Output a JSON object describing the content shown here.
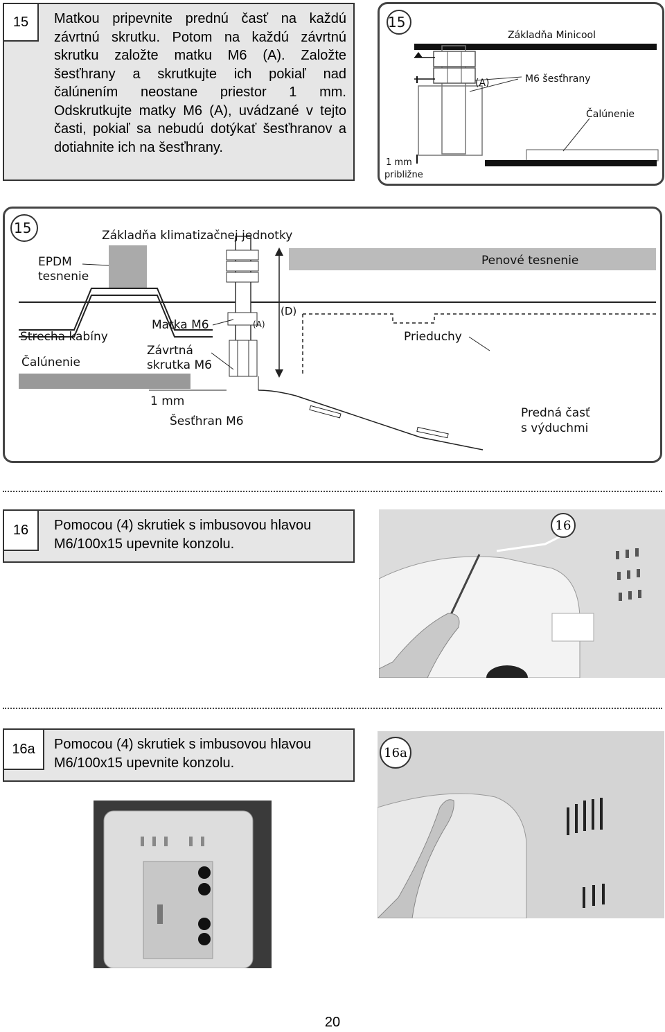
{
  "step15": {
    "number": "15",
    "text": "Matkou pripevnite prednú časť na každú závrtnú skrutku. Potom na každú závrtnú skrutku založte matku M6 (A). Založte šesťhrany a skrutkujte ich pokiaľ nad čalúnením neostane priestor 1 mm. Odskrutkujte matky M6 (A), uvádzané v tejto časti, pokiaľ sa nebudú dotýkať šesťhranov a dotiahnite ich na šesťhrany."
  },
  "diagram_small": {
    "badge": "15",
    "base_label": "Základňa Minicool",
    "a_label": "(A)",
    "hex_label": "M6 šesťhrany",
    "upholstery_label": "Čalúnenie",
    "gap_label_1": "1 mm",
    "gap_label_2": "približne"
  },
  "diagram_large": {
    "badge": "15",
    "base_label": "Základňa klimatizačnej jednotky",
    "epdm_label_1": "EPDM",
    "epdm_label_2": "tesnenie",
    "foam_label": "Penové tesnenie",
    "d_label": "(D)",
    "a_label": "(A)",
    "nut_label": "Matka M6",
    "roof_label": "Strecha kabíny",
    "stud_label_1": "Závrtná",
    "stud_label_2": "skrutka M6",
    "upholstery_label": "Čalúnenie",
    "vents_label": "Prieduchy",
    "gap_label": "1 mm",
    "hex_label": "Šesťhran M6",
    "front_label_1": "Predná časť",
    "front_label_2": "s výduchmi"
  },
  "step16": {
    "number": "16",
    "text": "Pomocou (4) skrutiek s imbusovou hlavou M6/100x15 upevnite konzolu.",
    "badge": "16"
  },
  "step16a": {
    "number": "16a",
    "text": "Pomocou (4) skrutiek s imbusovou hlavou M6/100x15 upevnite konzolu.",
    "badge": "16a"
  },
  "page_number": "20"
}
